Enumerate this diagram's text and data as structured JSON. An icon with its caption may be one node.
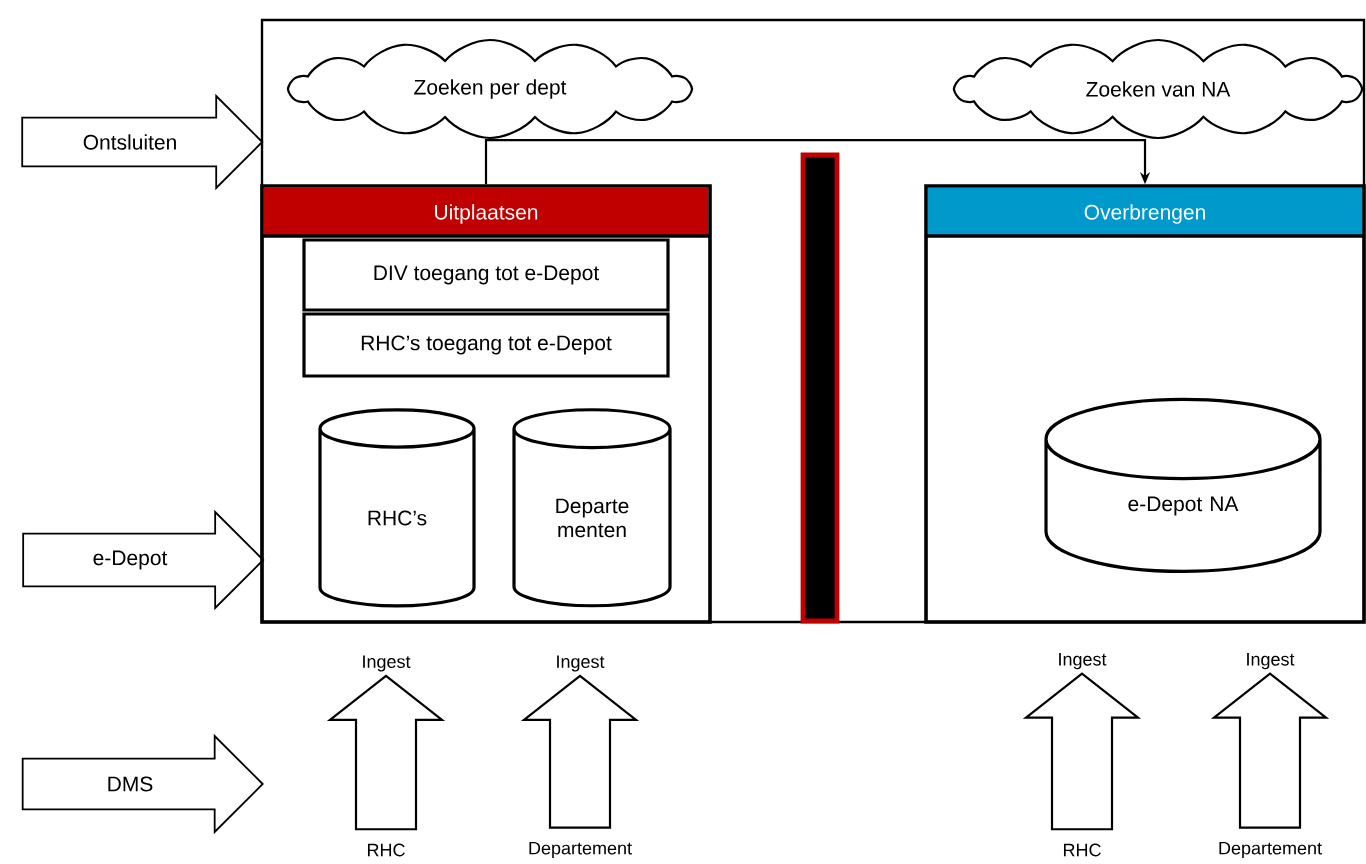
{
  "diagram": {
    "nodes": [
      {
        "text": [],
        "shape": "box"
      },
      {
        "text": [
          "Ontsluiten"
        ]
      },
      {
        "text": [
          "e-Depot"
        ]
      },
      {
        "text": [
          "DMS"
        ]
      },
      {
        "text": [
          "Zoeken per dept"
        ],
        "in": 0
      },
      {
        "text": [
          "Zoeken van NA"
        ],
        "in": 0
      },
      {
        "text": [
          "Uitplaatsen"
        ],
        "in": 0
      },
      {
        "text": [
          "DIV toegang tot e-Depot"
        ],
        "in": 6
      },
      {
        "text": [
          "RHC’s toegang tot e-Depot"
        ],
        "in": 6
      },
      {
        "text": [
          "RHC’s"
        ],
        "in": 6
      },
      {
        "text": [
          "Departe menten"
        ],
        "in": 6
      },
      {
        "text": [],
        "shape": "bar",
        "in": 0
      },
      {
        "text": [
          "Overbrengen"
        ],
        "in": 0
      },
      {
        "text": [
          "e-Depot NA"
        ],
        "in": 12
      },
      {
        "text": [
          "RHC"
        ]
      },
      {
        "text": [
          "Departement"
        ]
      },
      {
        "text": [
          "RHC"
        ]
      },
      {
        "text": [
          "Departement"
        ]
      }
    ],
    "edges": [
      {
        "from": 6,
        "to": 12,
        "arrow": "to"
      },
      {
        "from": 14,
        "to": 9,
        "arrow": "to",
        "label": "Ingest"
      },
      {
        "from": 15,
        "to": 10,
        "arrow": "to",
        "label": "Ingest"
      },
      {
        "from": 16,
        "to": 13,
        "arrow": "to",
        "label": "Ingest"
      },
      {
        "from": 17,
        "to": 13,
        "arrow": "to",
        "label": "Ingest"
      }
    ]
  }
}
